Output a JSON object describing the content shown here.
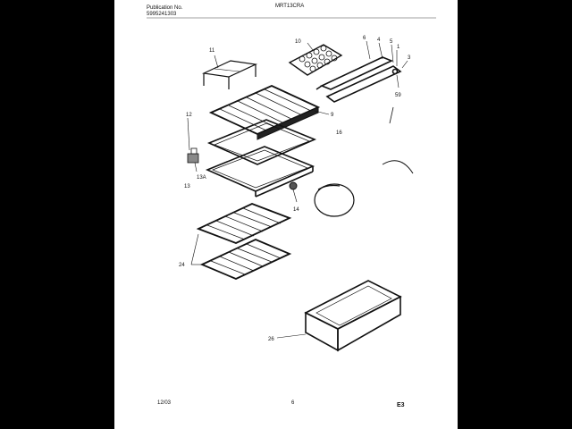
{
  "header": {
    "publication_label": "Publication No.",
    "publication_number": "5995241303",
    "model": "MRT13CRA"
  },
  "callouts": {
    "c11": "11",
    "c10": "10",
    "c6": "6",
    "c4": "4",
    "c5": "5",
    "c1": "1",
    "c3": "3",
    "c9": "9",
    "c12": "12",
    "c16": "16",
    "c13A": "13A",
    "c13": "13",
    "c14": "14",
    "c24": "24",
    "c26": "26",
    "c59": "59"
  },
  "footer": {
    "date": "12/03",
    "page": "6",
    "section": "E3"
  }
}
